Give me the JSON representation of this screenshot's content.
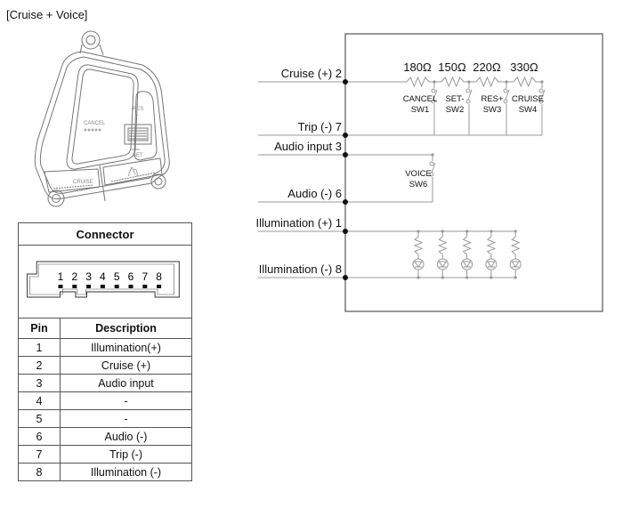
{
  "title": "[Cruise + Voice]",
  "device": {
    "button_labels": [
      "CANCEL",
      "RES",
      "+",
      "SET",
      "CRUISE"
    ]
  },
  "connector_table": {
    "title": "Connector",
    "pin_numbers": [
      "1",
      "2",
      "3",
      "4",
      "5",
      "6",
      "7",
      "8"
    ],
    "columns": [
      "Pin",
      "Description"
    ],
    "rows": [
      {
        "pin": "1",
        "description": "Illumination(+)"
      },
      {
        "pin": "2",
        "description": "Cruise (+)"
      },
      {
        "pin": "3",
        "description": "Audio input"
      },
      {
        "pin": "4",
        "description": "-"
      },
      {
        "pin": "5",
        "description": "-"
      },
      {
        "pin": "6",
        "description": "Audio (-)"
      },
      {
        "pin": "7",
        "description": "Trip (-)"
      },
      {
        "pin": "8",
        "description": "Illumination (-)"
      }
    ]
  },
  "schematic": {
    "terminals": [
      {
        "label": "Cruise (+) 2"
      },
      {
        "label": "Trip (-) 7"
      },
      {
        "label": "Audio input 3"
      },
      {
        "label": "Audio (-) 6"
      },
      {
        "label": "Illumination (+) 1"
      },
      {
        "label": "Illumination (-) 8"
      }
    ],
    "resistors": [
      "180Ω",
      "150Ω",
      "220Ω",
      "330Ω"
    ],
    "switches": [
      {
        "name": "CANCEL",
        "id": "SW1"
      },
      {
        "name": "SET-",
        "id": "SW2"
      },
      {
        "name": "RES+",
        "id": "SW3"
      },
      {
        "name": "CRUISE",
        "id": "SW4"
      }
    ],
    "voice_switch": {
      "name": "VOICE",
      "id": "SW6"
    },
    "led_count": 5
  },
  "colors": {
    "line": "#999999",
    "frame": "#555555",
    "text": "#111111"
  }
}
